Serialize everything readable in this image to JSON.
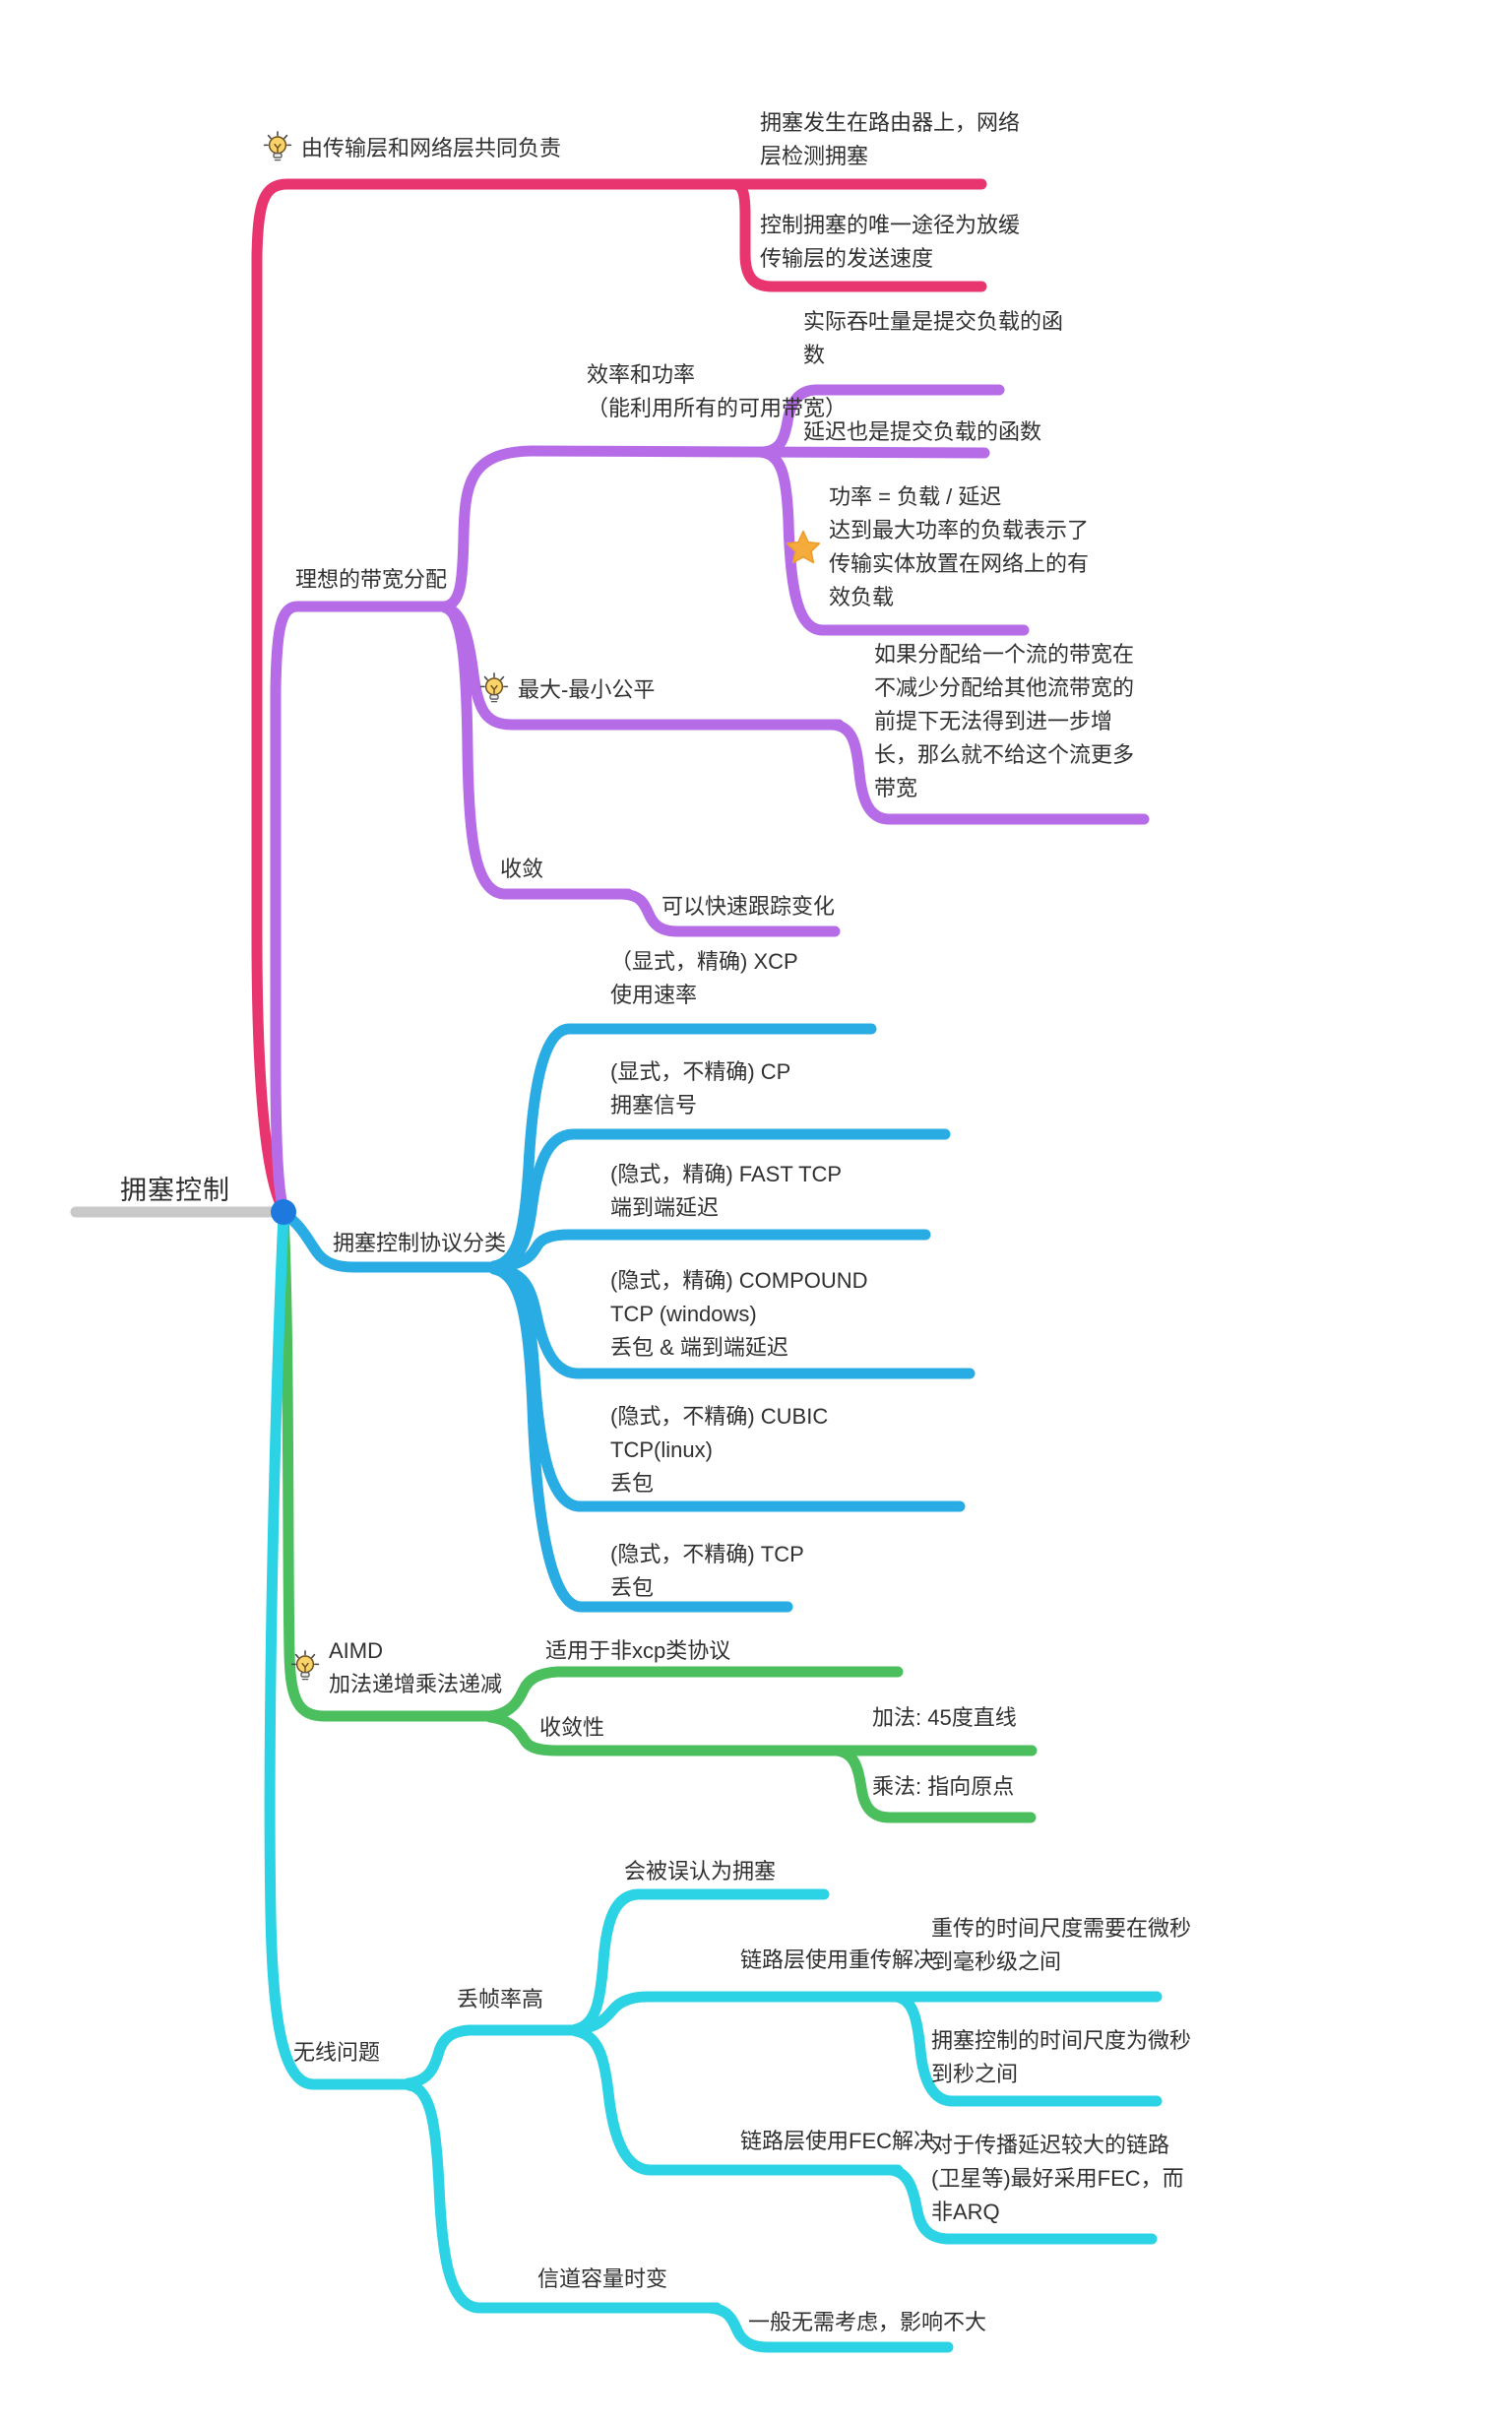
{
  "colors": {
    "pink": "#E8346F",
    "purple": "#B56CE6",
    "blue": "#29ABE3",
    "green": "#4BBF5D",
    "cyan": "#2CD3E4",
    "gray": "#C9C9C9",
    "root_dot": "#1E79DF",
    "text": "#303030",
    "bulb_fill": "#FBD36B",
    "bulb_stroke": "#6B4F1D",
    "star_fill": "#F6AC3C"
  },
  "nodes": [
    {
      "id": "root",
      "icon": null,
      "text": "拥塞控制"
    },
    {
      "id": "duty",
      "icon": "bulb",
      "text": "由传输层和网络层共同负责"
    },
    {
      "id": "duty-detect",
      "icon": null,
      "text": "拥塞发生在路由器上，网络\n层检测拥塞"
    },
    {
      "id": "duty-slow",
      "icon": null,
      "text": "控制拥塞的唯一途径为放缓\n传输层的发送速度"
    },
    {
      "id": "ideal-bandwidth",
      "icon": null,
      "text": "理想的带宽分配"
    },
    {
      "id": "efficiency-power",
      "icon": null,
      "text": "效率和功率\n（能利用所有的可用带宽）"
    },
    {
      "id": "throughput",
      "icon": null,
      "text": "实际吞吐量是提交负载的函\n数"
    },
    {
      "id": "delay-load",
      "icon": null,
      "text": "延迟也是提交负载的函数"
    },
    {
      "id": "power-formula",
      "icon": "star",
      "text": "功率 = 负载 / 延迟\n达到最大功率的负载表示了\n传输实体放置在网络上的有\n效负载"
    },
    {
      "id": "max-min-fair",
      "icon": "bulb",
      "text": "最大-最小公平"
    },
    {
      "id": "max-min-desc",
      "icon": null,
      "text": "如果分配给一个流的带宽在\n不减少分配给其他流带宽的\n前提下无法得到进一步增\n长，那么就不给这个流更多\n带宽"
    },
    {
      "id": "convergence",
      "icon": null,
      "text": "收敛"
    },
    {
      "id": "convergence-track",
      "icon": null,
      "text": "可以快速跟踪变化"
    },
    {
      "id": "protocol-classes",
      "icon": null,
      "text": "拥塞控制协议分类"
    },
    {
      "id": "xcp",
      "icon": null,
      "text": "（显式，精确) XCP\n使用速率"
    },
    {
      "id": "cp",
      "icon": null,
      "text": "(显式，不精确) CP\n拥塞信号"
    },
    {
      "id": "fast-tcp",
      "icon": null,
      "text": "(隐式，精确) FAST TCP\n端到端延迟"
    },
    {
      "id": "compound-tcp",
      "icon": null,
      "text": "(隐式，精确) COMPOUND\nTCP (windows)\n丢包 & 端到端延迟"
    },
    {
      "id": "cubic-tcp",
      "icon": null,
      "text": "(隐式，不精确) CUBIC\nTCP(linux)\n丢包"
    },
    {
      "id": "tcp",
      "icon": null,
      "text": "(隐式，不精确) TCP\n丢包"
    },
    {
      "id": "aimd",
      "icon": "bulb",
      "text": "AIMD\n加法递增乘法递减"
    },
    {
      "id": "aimd-scope",
      "icon": null,
      "text": "适用于非xcp类协议"
    },
    {
      "id": "aimd-convergence",
      "icon": null,
      "text": "收敛性"
    },
    {
      "id": "additive",
      "icon": null,
      "text": "加法: 45度直线"
    },
    {
      "id": "multiplicative",
      "icon": null,
      "text": "乘法: 指向原点"
    },
    {
      "id": "wireless",
      "icon": null,
      "text": "无线问题"
    },
    {
      "id": "frame-loss",
      "icon": null,
      "text": "丢帧率高"
    },
    {
      "id": "mistaken-congestion",
      "icon": null,
      "text": "会被误认为拥塞"
    },
    {
      "id": "link-retrans",
      "icon": null,
      "text": "链路层使用重传解决"
    },
    {
      "id": "retrans-timescale",
      "icon": null,
      "text": "重传的时间尺度需要在微秒\n到毫秒级之间"
    },
    {
      "id": "cc-timescale",
      "icon": null,
      "text": "拥塞控制的时间尺度为微秒\n到秒之间"
    },
    {
      "id": "link-fec",
      "icon": null,
      "text": "链路层使用FEC解决"
    },
    {
      "id": "fec-desc",
      "icon": null,
      "text": "对于传播延迟较大的链路\n(卫星等)最好采用FEC，而\n非ARQ"
    },
    {
      "id": "channel-capacity",
      "icon": null,
      "text": "信道容量时变"
    },
    {
      "id": "channel-desc",
      "icon": null,
      "text": "一般无需考虑，影响不大"
    }
  ]
}
